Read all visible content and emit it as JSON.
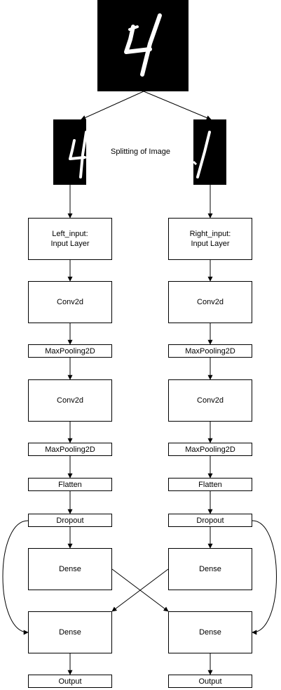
{
  "caption": "Splitting of Image",
  "left": {
    "input": "Left_input:\nInput Layer",
    "conv1": "Conv2d",
    "pool1": "MaxPooling2D",
    "conv2": "Conv2d",
    "pool2": "MaxPooling2D",
    "flatten": "Flatten",
    "dropout": "Dropout",
    "dense1": "Dense",
    "dense2": "Dense",
    "output": "Output"
  },
  "right": {
    "input": "Right_input:\nInput Layer",
    "conv1": "Conv2d",
    "pool1": "MaxPooling2D",
    "conv2": "Conv2d",
    "pool2": "MaxPooling2D",
    "flatten": "Flatten",
    "dropout": "Dropout",
    "dense1": "Dense",
    "dense2": "Dense",
    "output": "Output"
  },
  "colors": {
    "line": "#000000",
    "image_bg": "#000000",
    "stroke": "#ffffff"
  }
}
